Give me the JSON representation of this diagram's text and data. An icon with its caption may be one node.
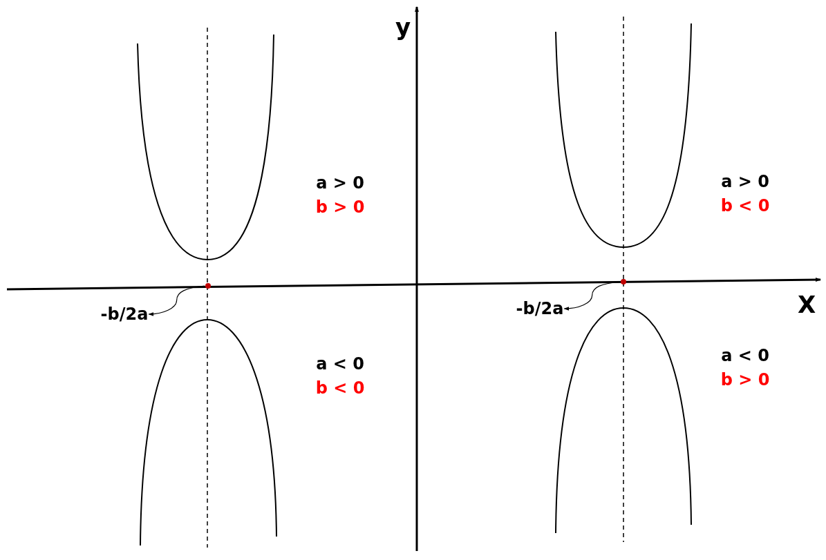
{
  "diagram": {
    "nodes": [
      {
        "text": [
          "-b/2a"
        ]
      },
      {
        "text": [],
        "shape": "circle"
      },
      {
        "text": [
          "-b/2a"
        ]
      },
      {
        "text": [],
        "shape": "circle"
      }
    ],
    "edges": [
      {
        "from": 1,
        "to": 0,
        "arrow": "to"
      },
      {
        "from": 3,
        "to": 2,
        "arrow": "to"
      }
    ],
    "labels": [
      "y",
      "a > 0",
      "b > 0",
      "a > 0",
      "b < 0",
      "X",
      "a < 0",
      "b < 0",
      "a < 0",
      "b > 0"
    ]
  }
}
